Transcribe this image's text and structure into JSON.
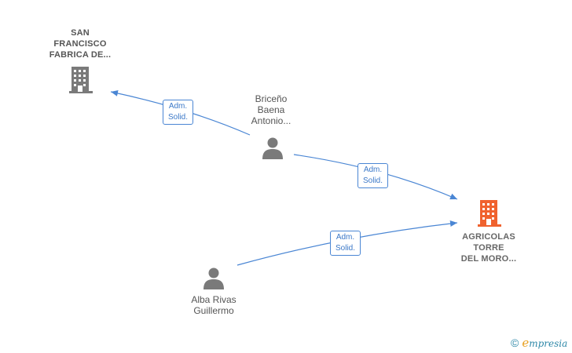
{
  "nodes": {
    "san_francisco": {
      "label": "SAN\nFRANCISCO\nFABRICA DE...",
      "type": "company",
      "color": "#7a7a7a"
    },
    "agricolas": {
      "label": "AGRICOLAS\nTORRE\nDEL MORO...",
      "type": "company",
      "color": "#f0622e"
    },
    "briceno": {
      "label": "Briceño\nBaena\nAntonio...",
      "type": "person",
      "color": "#7a7a7a"
    },
    "alba": {
      "label": "Alba Rivas\nGuillermo",
      "type": "person",
      "color": "#7a7a7a"
    }
  },
  "edges": {
    "briceno_to_sanfrancisco": {
      "label": "Adm.\nSolid."
    },
    "briceno_to_agricolas": {
      "label": "Adm.\nSolid."
    },
    "alba_to_agricolas": {
      "label": "Adm.\nSolid."
    }
  },
  "colors": {
    "edge": "#4a86d4",
    "company_highlight": "#f0622e",
    "node_gray": "#7a7a7a"
  },
  "brand": {
    "copyright": "©",
    "e_letter": "e",
    "rest": "mpresia"
  }
}
